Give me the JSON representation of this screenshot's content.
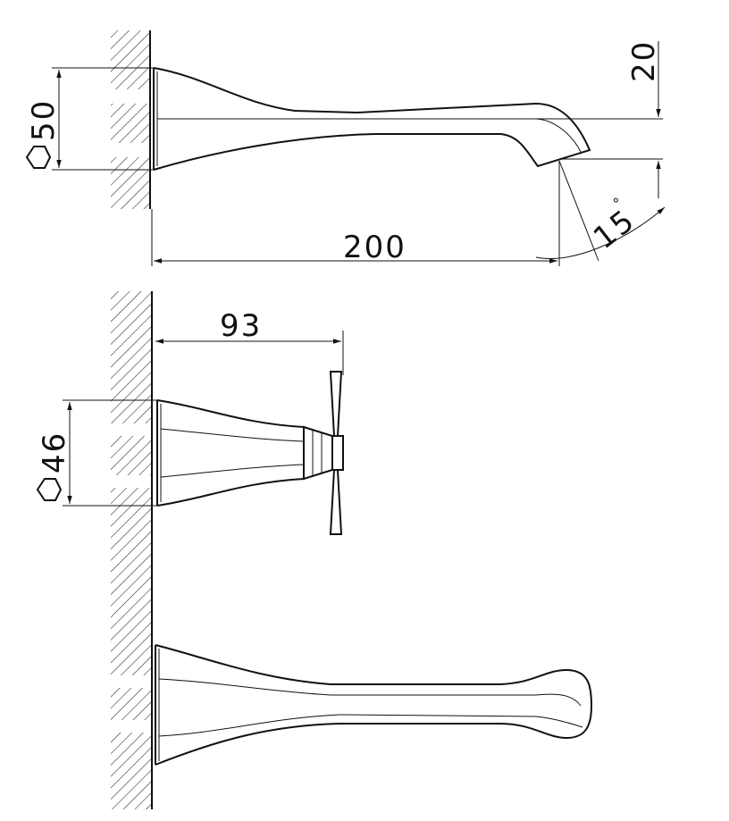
{
  "dimensions": {
    "spout_hex": "50",
    "spout_drop": "20",
    "spout_length": "200",
    "spout_angle": "15",
    "angle_unit": "°",
    "handle_depth": "93",
    "handle_hex": "46"
  },
  "icons": {
    "hex_symbol": "hexagon-icon"
  }
}
